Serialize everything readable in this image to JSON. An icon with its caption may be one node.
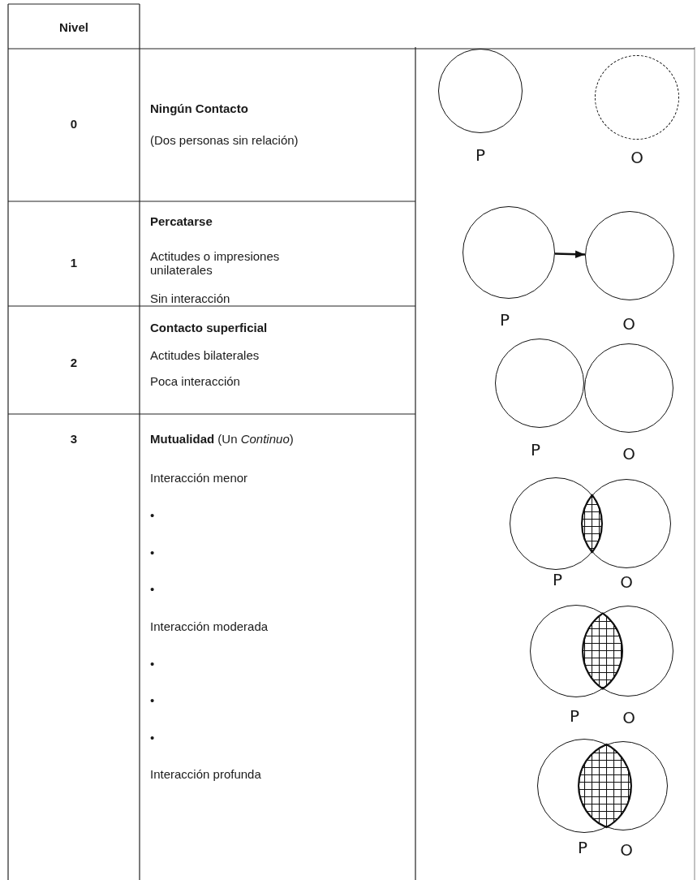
{
  "diagram": {
    "nodes": [
      {
        "text": [],
        "shape": "circle",
        "beside": [
          "P"
        ]
      },
      {
        "text": [],
        "shape": "circle",
        "beside": [
          "O"
        ]
      },
      {
        "text": [],
        "shape": "circle",
        "beside": [
          "P"
        ]
      },
      {
        "text": [],
        "shape": "circle",
        "beside": [
          "O"
        ]
      },
      {
        "text": [],
        "shape": "circle",
        "beside": [
          "P"
        ]
      },
      {
        "text": [],
        "shape": "circle",
        "beside": [
          "O"
        ]
      },
      {
        "text": [],
        "shape": "circle",
        "beside": [
          "P"
        ]
      },
      {
        "text": [],
        "shape": "circle",
        "beside": [
          "O"
        ]
      },
      {
        "text": [],
        "shape": "lens"
      },
      {
        "text": [],
        "shape": "circle",
        "beside": [
          "P"
        ]
      },
      {
        "text": [],
        "shape": "circle",
        "beside": [
          "O"
        ]
      },
      {
        "text": [],
        "shape": "lens"
      },
      {
        "text": [],
        "shape": "circle",
        "beside": [
          "P"
        ]
      },
      {
        "text": [],
        "shape": "circle",
        "beside": [
          "O"
        ]
      },
      {
        "text": [],
        "shape": "lens"
      }
    ],
    "edges": [
      {
        "from": 2,
        "to": 3,
        "arrow": "to"
      }
    ],
    "labels": [
      "Nivel",
      "0",
      "Ningún Contacto",
      "(Dos personas sin relación)",
      "1",
      "Percatarse",
      "Actitudes o impresiones unilaterales",
      "Sin interacción",
      "2",
      "Contacto superficial",
      "Actitudes bilaterales",
      "Poca interacción",
      "3",
      "**Mutualidad** (Un *Continuo*)",
      "Interacción menor",
      "•",
      "•",
      "•",
      "Interacción moderada",
      "•",
      "•",
      "•",
      "Interacción profunda"
    ]
  }
}
